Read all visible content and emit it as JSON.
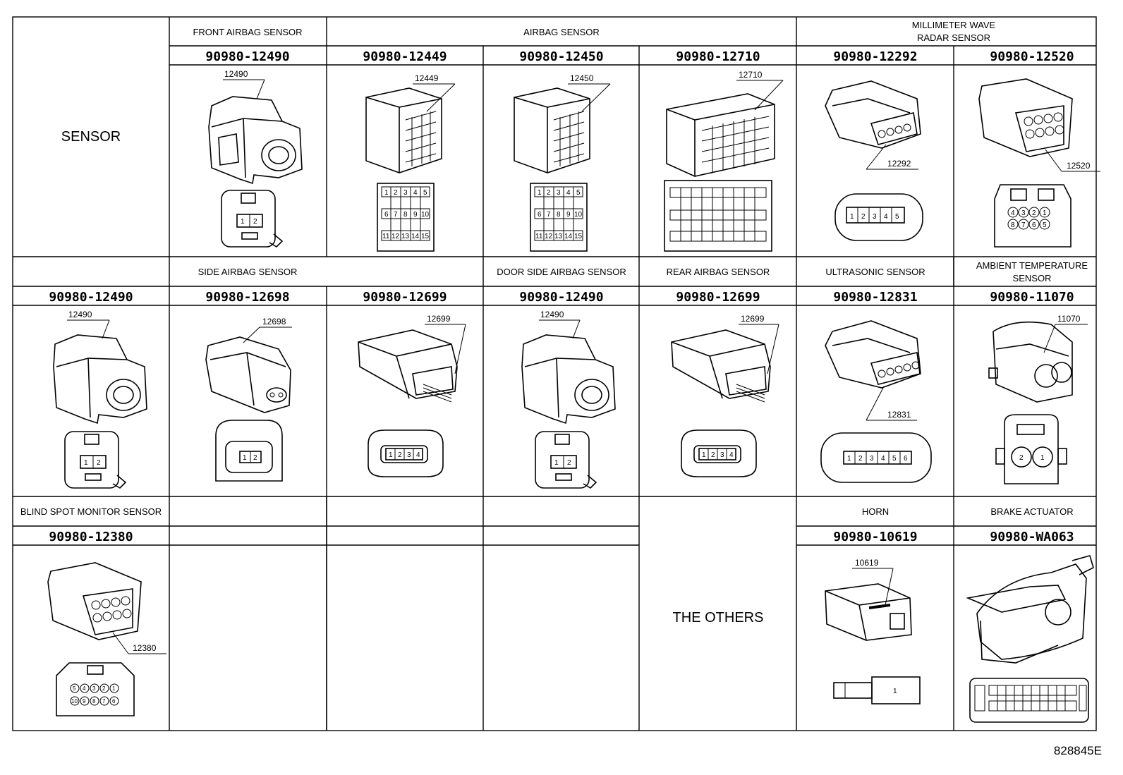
{
  "title_cell": "SENSOR",
  "others_cell": "THE OTHERS",
  "figure_code": "828845E",
  "row1": {
    "headers": [
      {
        "text": "FRONT AIRBAG SENSOR"
      },
      {
        "text": "AIRBAG SENSOR"
      },
      {
        "text": "MILLIMETER WAVE"
      },
      {
        "text": "RADAR SENSOR"
      }
    ],
    "cells": [
      {
        "part": "90980-12490",
        "callout": "12490",
        "pins": [
          "1",
          "2"
        ]
      },
      {
        "part": "90980-12449",
        "callout": "12449",
        "pins": [
          "1",
          "2",
          "3",
          "4",
          "5",
          "6",
          "7",
          "8",
          "9",
          "10",
          "11",
          "12",
          "13",
          "14",
          "15"
        ]
      },
      {
        "part": "90980-12450",
        "callout": "12450",
        "pins": [
          "1",
          "2",
          "3",
          "4",
          "5",
          "6",
          "7",
          "8",
          "9",
          "10",
          "11",
          "12",
          "13",
          "14",
          "15"
        ]
      },
      {
        "part": "90980-12710",
        "callout": "12710",
        "pins": []
      },
      {
        "part": "90980-12292",
        "callout": "12292",
        "pins": [
          "1",
          "2",
          "3",
          "4",
          "5"
        ]
      },
      {
        "part": "90980-12520",
        "callout": "12520",
        "pins": [
          "4",
          "3",
          "2",
          "1",
          "8",
          "7",
          "6",
          "5"
        ]
      }
    ]
  },
  "row2": {
    "headers": [
      {
        "text": "SIDE AIRBAG SENSOR"
      },
      {
        "text": "DOOR SIDE AIRBAG SENSOR"
      },
      {
        "text": "REAR AIRBAG SENSOR"
      },
      {
        "text": "ULTRASONIC SENSOR"
      },
      {
        "text": "AMBIENT TEMPERATURE"
      },
      {
        "text": "SENSOR"
      }
    ],
    "cells": [
      {
        "part": "90980-12490",
        "callout": "12490",
        "pins": [
          "1",
          "2"
        ]
      },
      {
        "part": "90980-12698",
        "callout": "12698",
        "pins": [
          "1",
          "2"
        ]
      },
      {
        "part": "90980-12699",
        "callout": "12699",
        "pins": [
          "1",
          "2",
          "3",
          "4"
        ]
      },
      {
        "part": "90980-12490",
        "callout": "12490",
        "pins": [
          "1",
          "2"
        ]
      },
      {
        "part": "90980-12699",
        "callout": "12699",
        "pins": [
          "1",
          "2",
          "3",
          "4"
        ]
      },
      {
        "part": "90980-12831",
        "callout": "12831",
        "pins": [
          "1",
          "2",
          "3",
          "4",
          "5",
          "6"
        ]
      },
      {
        "part": "90980-11070",
        "callout": "11070",
        "pins": [
          "2",
          "1"
        ]
      }
    ]
  },
  "row3": {
    "headers": [
      {
        "text": "BLIND SPOT MONITOR SENSOR"
      },
      {
        "text": "HORN"
      },
      {
        "text": "BRAKE ACTUATOR"
      }
    ],
    "cells": [
      {
        "part": "90980-12380",
        "callout": "12380",
        "pins": [
          "5",
          "4",
          "3",
          "2",
          "1",
          "10",
          "9",
          "8",
          "7",
          "6"
        ]
      },
      {
        "part": "90980-10619",
        "callout": "10619",
        "pins": [
          "1"
        ]
      },
      {
        "part": "90980-WA063",
        "callout": "",
        "pins": []
      }
    ]
  }
}
